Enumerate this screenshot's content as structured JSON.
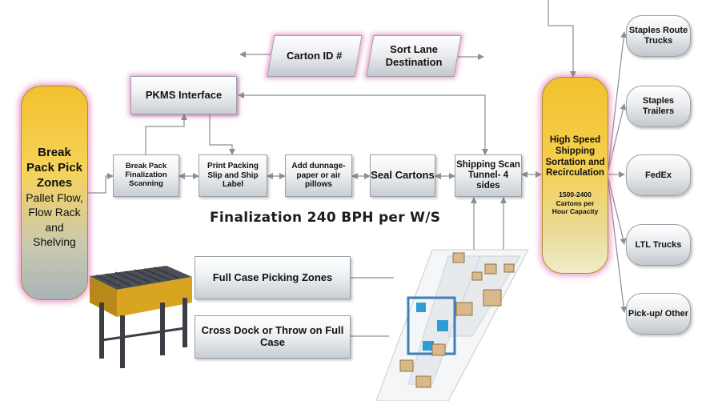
{
  "header_fields": {
    "carton_id": "Carton ID #",
    "sort_lane": "Sort Lane Destination"
  },
  "pkms": {
    "label": "PKMS Interface"
  },
  "break_pack": {
    "title": "Break Pack Pick Zones",
    "subtitle": "Pallet Flow, Flow Rack and Shelving"
  },
  "process_steps": [
    {
      "label": "Break Pack Finalization Scanning"
    },
    {
      "label": "Print Packing Slip and Ship Label"
    },
    {
      "label": "Add dunnage-paper or air pillows"
    },
    {
      "label": "Seal Cartons"
    },
    {
      "label": "Shipping Scan Tunnel- 4 sides"
    }
  ],
  "sortation": {
    "title": "High Speed Shipping Sortation and Recirculation",
    "capacity": "1500-2400 Cartons per Hour Capacity"
  },
  "destinations": [
    {
      "label": "Staples Route Trucks"
    },
    {
      "label": "Staples Trailers"
    },
    {
      "label": "FedEx"
    },
    {
      "label": "LTL Trucks"
    },
    {
      "label": "Pick-up/ Other"
    }
  ],
  "finalization_rate": "Finalization 240 BPH per W/S",
  "full_case": {
    "label": "Full Case Picking Zones"
  },
  "cross_dock": {
    "label": "Cross Dock or Throw on Full Case"
  },
  "colors": {
    "gold": "#f2c12e",
    "gold_light": "#fde68a",
    "gray_bottom": "#a9b4b8",
    "glow": "#d650a0",
    "line": "#8a8f96"
  }
}
